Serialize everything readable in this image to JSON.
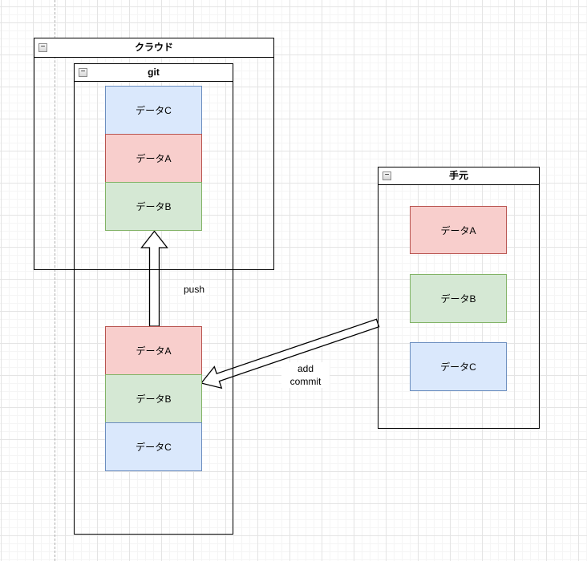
{
  "icons": {
    "collapse_glyph": "−"
  },
  "containers": {
    "cloud": {
      "title": "クラウド"
    },
    "git": {
      "title": "git"
    },
    "local": {
      "title": "手元"
    }
  },
  "nodes": {
    "git_remote_stack": [
      {
        "label": "データC",
        "color": "blue"
      },
      {
        "label": "データA",
        "color": "red"
      },
      {
        "label": "データB",
        "color": "green"
      }
    ],
    "git_staging_stack": [
      {
        "label": "データA",
        "color": "red"
      },
      {
        "label": "データB",
        "color": "green"
      },
      {
        "label": "データC",
        "color": "blue"
      }
    ],
    "local_files": [
      {
        "label": "データA",
        "color": "red"
      },
      {
        "label": "データB",
        "color": "green"
      },
      {
        "label": "データC",
        "color": "blue"
      }
    ]
  },
  "edges": {
    "push": {
      "label": "push"
    },
    "add_commit": {
      "label_line1": "add",
      "label_line2": "commit"
    }
  },
  "colors": {
    "blue_fill": "#dae8fc",
    "blue_stroke": "#6c8ebf",
    "red_fill": "#f8cecc",
    "red_stroke": "#b85450",
    "green_fill": "#d5e8d4",
    "green_stroke": "#82b366",
    "container_stroke": "#000000",
    "grid_major": "#e4e4e4",
    "grid_minor": "#f5f5f5",
    "page_guide": "#adadad"
  }
}
